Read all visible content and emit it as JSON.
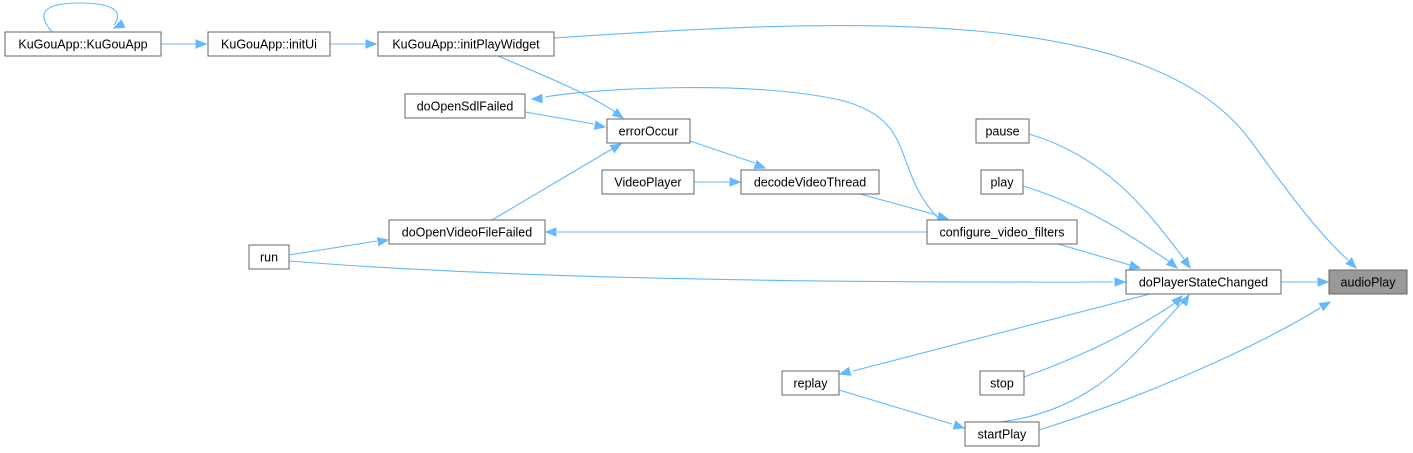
{
  "diagram": {
    "type": "call-graph",
    "colors": {
      "edge": "#63b8ff",
      "node_border": "#666666",
      "node_fill": "#ffffff",
      "highlight_fill": "#999999"
    },
    "nodes": [
      {
        "id": "kugou_ctor",
        "label": "KuGouApp::KuGouApp",
        "highlight": false
      },
      {
        "id": "init_ui",
        "label": "KuGouApp::initUi",
        "highlight": false
      },
      {
        "id": "init_play_widget",
        "label": "KuGouApp::initPlayWidget",
        "highlight": false
      },
      {
        "id": "do_open_sdl_failed",
        "label": "doOpenSdlFailed",
        "highlight": false
      },
      {
        "id": "error_occur",
        "label": "errorOccur",
        "highlight": false
      },
      {
        "id": "video_player",
        "label": "VideoPlayer",
        "highlight": false
      },
      {
        "id": "decode_video_thread",
        "label": "decodeVideoThread",
        "highlight": false
      },
      {
        "id": "do_open_video_file_failed",
        "label": "doOpenVideoFileFailed",
        "highlight": false
      },
      {
        "id": "run",
        "label": "run",
        "highlight": false
      },
      {
        "id": "pause",
        "label": "pause",
        "highlight": false
      },
      {
        "id": "play",
        "label": "play",
        "highlight": false
      },
      {
        "id": "configure_video_filters",
        "label": "configure_video_filters",
        "highlight": false
      },
      {
        "id": "do_player_state_changed",
        "label": "doPlayerStateChanged",
        "highlight": false
      },
      {
        "id": "audio_play",
        "label": "audioPlay",
        "highlight": true
      },
      {
        "id": "replay",
        "label": "replay",
        "highlight": false
      },
      {
        "id": "stop",
        "label": "stop",
        "highlight": false
      },
      {
        "id": "start_play",
        "label": "startPlay",
        "highlight": false
      }
    ],
    "edges": [
      {
        "from": "kugou_ctor",
        "to": "kugou_ctor"
      },
      {
        "from": "kugou_ctor",
        "to": "init_ui"
      },
      {
        "from": "init_ui",
        "to": "init_play_widget"
      },
      {
        "from": "init_play_widget",
        "to": "audio_play"
      },
      {
        "from": "init_play_widget",
        "to": "error_occur"
      },
      {
        "from": "do_open_sdl_failed",
        "to": "error_occur"
      },
      {
        "from": "configure_video_filters",
        "to": "do_open_sdl_failed"
      },
      {
        "from": "error_occur",
        "to": "decode_video_thread"
      },
      {
        "from": "do_open_video_file_failed",
        "to": "error_occur"
      },
      {
        "from": "video_player",
        "to": "decode_video_thread"
      },
      {
        "from": "decode_video_thread",
        "to": "configure_video_filters"
      },
      {
        "from": "configure_video_filters",
        "to": "do_open_video_file_failed"
      },
      {
        "from": "run",
        "to": "do_open_video_file_failed"
      },
      {
        "from": "run",
        "to": "do_player_state_changed"
      },
      {
        "from": "configure_video_filters",
        "to": "do_player_state_changed"
      },
      {
        "from": "pause",
        "to": "do_player_state_changed"
      },
      {
        "from": "play",
        "to": "do_player_state_changed"
      },
      {
        "from": "do_player_state_changed",
        "to": "audio_play"
      },
      {
        "from": "do_player_state_changed",
        "to": "replay"
      },
      {
        "from": "stop",
        "to": "do_player_state_changed"
      },
      {
        "from": "replay",
        "to": "start_play"
      },
      {
        "from": "start_play",
        "to": "do_player_state_changed"
      },
      {
        "from": "start_play",
        "to": "audio_play"
      }
    ]
  }
}
